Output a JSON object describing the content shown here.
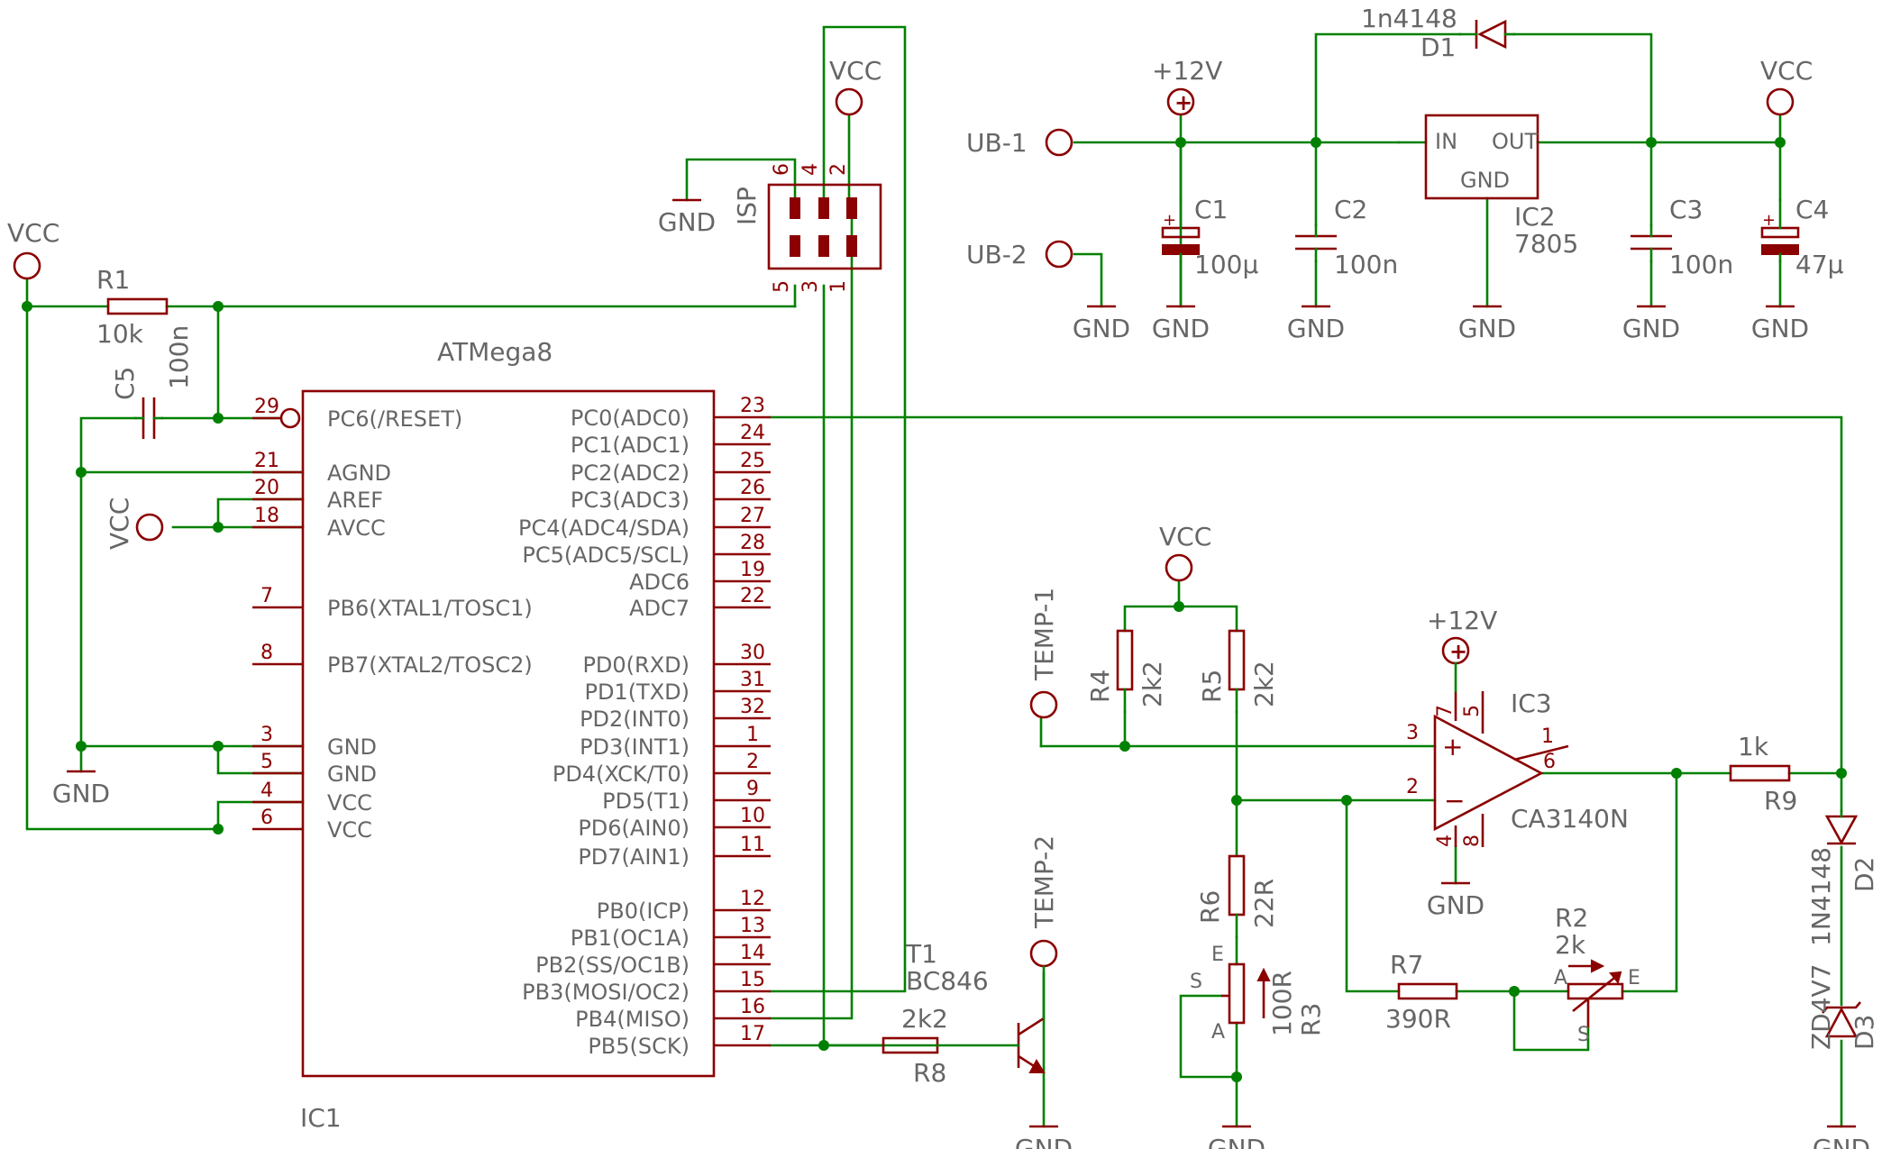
{
  "ic1": {
    "name": "IC1",
    "value": "ATMega8",
    "left_pins": [
      {
        "num": "29",
        "name": "PC6(/RESET)"
      },
      {
        "num": "21",
        "name": "AGND"
      },
      {
        "num": "20",
        "name": "AREF"
      },
      {
        "num": "18",
        "name": "AVCC"
      },
      {
        "num": "7",
        "name": "PB6(XTAL1/TOSC1)"
      },
      {
        "num": "8",
        "name": "PB7(XTAL2/TOSC2)"
      },
      {
        "num": "3",
        "name": "GND"
      },
      {
        "num": "5",
        "name": "GND"
      },
      {
        "num": "4",
        "name": "VCC"
      },
      {
        "num": "6",
        "name": "VCC"
      }
    ],
    "right_pins": [
      {
        "num": "23",
        "name": "PC0(ADC0)"
      },
      {
        "num": "24",
        "name": "PC1(ADC1)"
      },
      {
        "num": "25",
        "name": "PC2(ADC2)"
      },
      {
        "num": "26",
        "name": "PC3(ADC3)"
      },
      {
        "num": "27",
        "name": "PC4(ADC4/SDA)"
      },
      {
        "num": "28",
        "name": "PC5(ADC5/SCL)"
      },
      {
        "num": "19",
        "name": "ADC6"
      },
      {
        "num": "22",
        "name": "ADC7"
      },
      {
        "num": "30",
        "name": "PD0(RXD)"
      },
      {
        "num": "31",
        "name": "PD1(TXD)"
      },
      {
        "num": "32",
        "name": "PD2(INT0)"
      },
      {
        "num": "1",
        "name": "PD3(INT1)"
      },
      {
        "num": "2",
        "name": "PD4(XCK/T0)"
      },
      {
        "num": "9",
        "name": "PD5(T1)"
      },
      {
        "num": "10",
        "name": "PD6(AIN0)"
      },
      {
        "num": "11",
        "name": "PD7(AIN1)"
      },
      {
        "num": "12",
        "name": "PB0(ICP)"
      },
      {
        "num": "13",
        "name": "PB1(OC1A)"
      },
      {
        "num": "14",
        "name": "PB2(SS/OC1B)"
      },
      {
        "num": "15",
        "name": "PB3(MOSI/OC2)"
      },
      {
        "num": "16",
        "name": "PB4(MISO)"
      },
      {
        "num": "17",
        "name": "PB5(SCK)"
      }
    ]
  },
  "isp": {
    "name": "ISP",
    "pins_top": [
      "6",
      "4",
      "2"
    ],
    "pins_bottom": [
      "5",
      "3",
      "1"
    ]
  },
  "supply": {
    "vcc": "VCC",
    "plus12": "+12V",
    "gnd": "GND"
  },
  "connectors": {
    "ub1": "UB-1",
    "ub2": "UB-2",
    "temp1": "TEMP-1",
    "temp2": "TEMP-2"
  },
  "parts": {
    "r1": {
      "name": "R1",
      "value": "10k"
    },
    "c5": {
      "name": "C5",
      "value": "100n"
    },
    "c1": {
      "name": "C1",
      "value": "100µ"
    },
    "c2": {
      "name": "C2",
      "value": "100n"
    },
    "c3": {
      "name": "C3",
      "value": "100n"
    },
    "c4": {
      "name": "C4",
      "value": "47µ"
    },
    "d1": {
      "name": "D1",
      "value": "1n4148"
    },
    "ic2": {
      "name": "IC2",
      "value": "7805",
      "pin_in": "IN",
      "pin_out": "OUT",
      "pin_gnd": "GND"
    },
    "r4": {
      "name": "R4",
      "value": "2k2"
    },
    "r5": {
      "name": "R5",
      "value": "2k2"
    },
    "ic3": {
      "name": "IC3",
      "value": "CA3140N",
      "pins": {
        "p7": "7",
        "p5": "5",
        "p3": "3",
        "p2": "2",
        "p1": "1",
        "p6": "6",
        "p4": "4",
        "p8": "8"
      }
    },
    "r6": {
      "name": "R6",
      "value": "22R"
    },
    "r3": {
      "name": "R3",
      "value": "100R",
      "pin_s": "S",
      "pin_e": "E",
      "pin_a": "A"
    },
    "r7": {
      "name": "R7",
      "value": "390R"
    },
    "r2": {
      "name": "R2",
      "value": "2k",
      "pin_a": "A",
      "pin_e": "E",
      "pin_s": "S"
    },
    "r9": {
      "name": "R9",
      "value": "1k"
    },
    "d2": {
      "name": "D2",
      "value": "1N4148"
    },
    "d3": {
      "name": "D3",
      "value": "ZD4V7"
    },
    "t1": {
      "name": "T1",
      "value": "BC846"
    },
    "r8": {
      "name": "R8",
      "value": "2k2"
    }
  },
  "colors": {
    "wire": "#008000",
    "part": "#8b0000",
    "label": "#666666"
  }
}
